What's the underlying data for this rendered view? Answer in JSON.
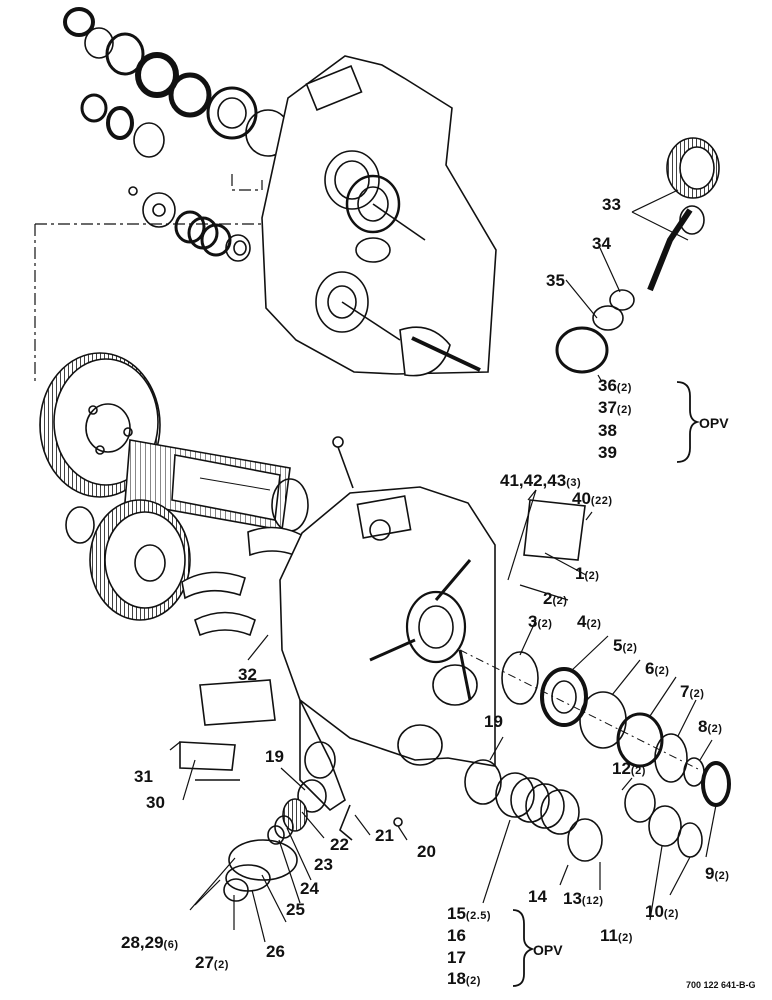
{
  "figure": {
    "code": "700 122 641-B-G"
  },
  "callouts": [
    {
      "num": "33"
    },
    {
      "num": "34"
    },
    {
      "num": "35"
    },
    {
      "num": "36",
      "qty": "(2)"
    },
    {
      "num": "37",
      "qty": "(2)"
    },
    {
      "num": "38"
    },
    {
      "num": "39"
    },
    {
      "num": "41,42,43",
      "qty": "(3)"
    },
    {
      "num": "40",
      "qty": "(22)"
    },
    {
      "num": "1",
      "qty": "(2)"
    },
    {
      "num": "2",
      "qty": "(2)"
    },
    {
      "num": "3",
      "qty": "(2)"
    },
    {
      "num": "4",
      "qty": "(2)"
    },
    {
      "num": "5",
      "qty": "(2)"
    },
    {
      "num": "6",
      "qty": "(2)"
    },
    {
      "num": "7",
      "qty": "(2)"
    },
    {
      "num": "8",
      "qty": "(2)"
    },
    {
      "num": "12",
      "qty": "(2)"
    },
    {
      "num": "9",
      "qty": "(2)"
    },
    {
      "num": "10",
      "qty": "(2)"
    },
    {
      "num": "11",
      "qty": "(2)"
    },
    {
      "num": "13",
      "qty": "(12)"
    },
    {
      "num": "14"
    },
    {
      "num": "15",
      "qty": "(2.5)"
    },
    {
      "num": "16"
    },
    {
      "num": "17"
    },
    {
      "num": "18",
      "qty": "(2)"
    },
    {
      "num": "19"
    },
    {
      "num": "19"
    },
    {
      "num": "20"
    },
    {
      "num": "21"
    },
    {
      "num": "22"
    },
    {
      "num": "23"
    },
    {
      "num": "24"
    },
    {
      "num": "25"
    },
    {
      "num": "26"
    },
    {
      "num": "27",
      "qty": "(2)"
    },
    {
      "num": "28,29",
      "qty": "(6)"
    },
    {
      "num": "30"
    },
    {
      "num": "31"
    },
    {
      "num": "32"
    }
  ],
  "groups": [
    {
      "label": "OPV"
    },
    {
      "label": "OPV"
    }
  ],
  "colors": {
    "ink": "#111111",
    "paper": "#ffffff"
  }
}
